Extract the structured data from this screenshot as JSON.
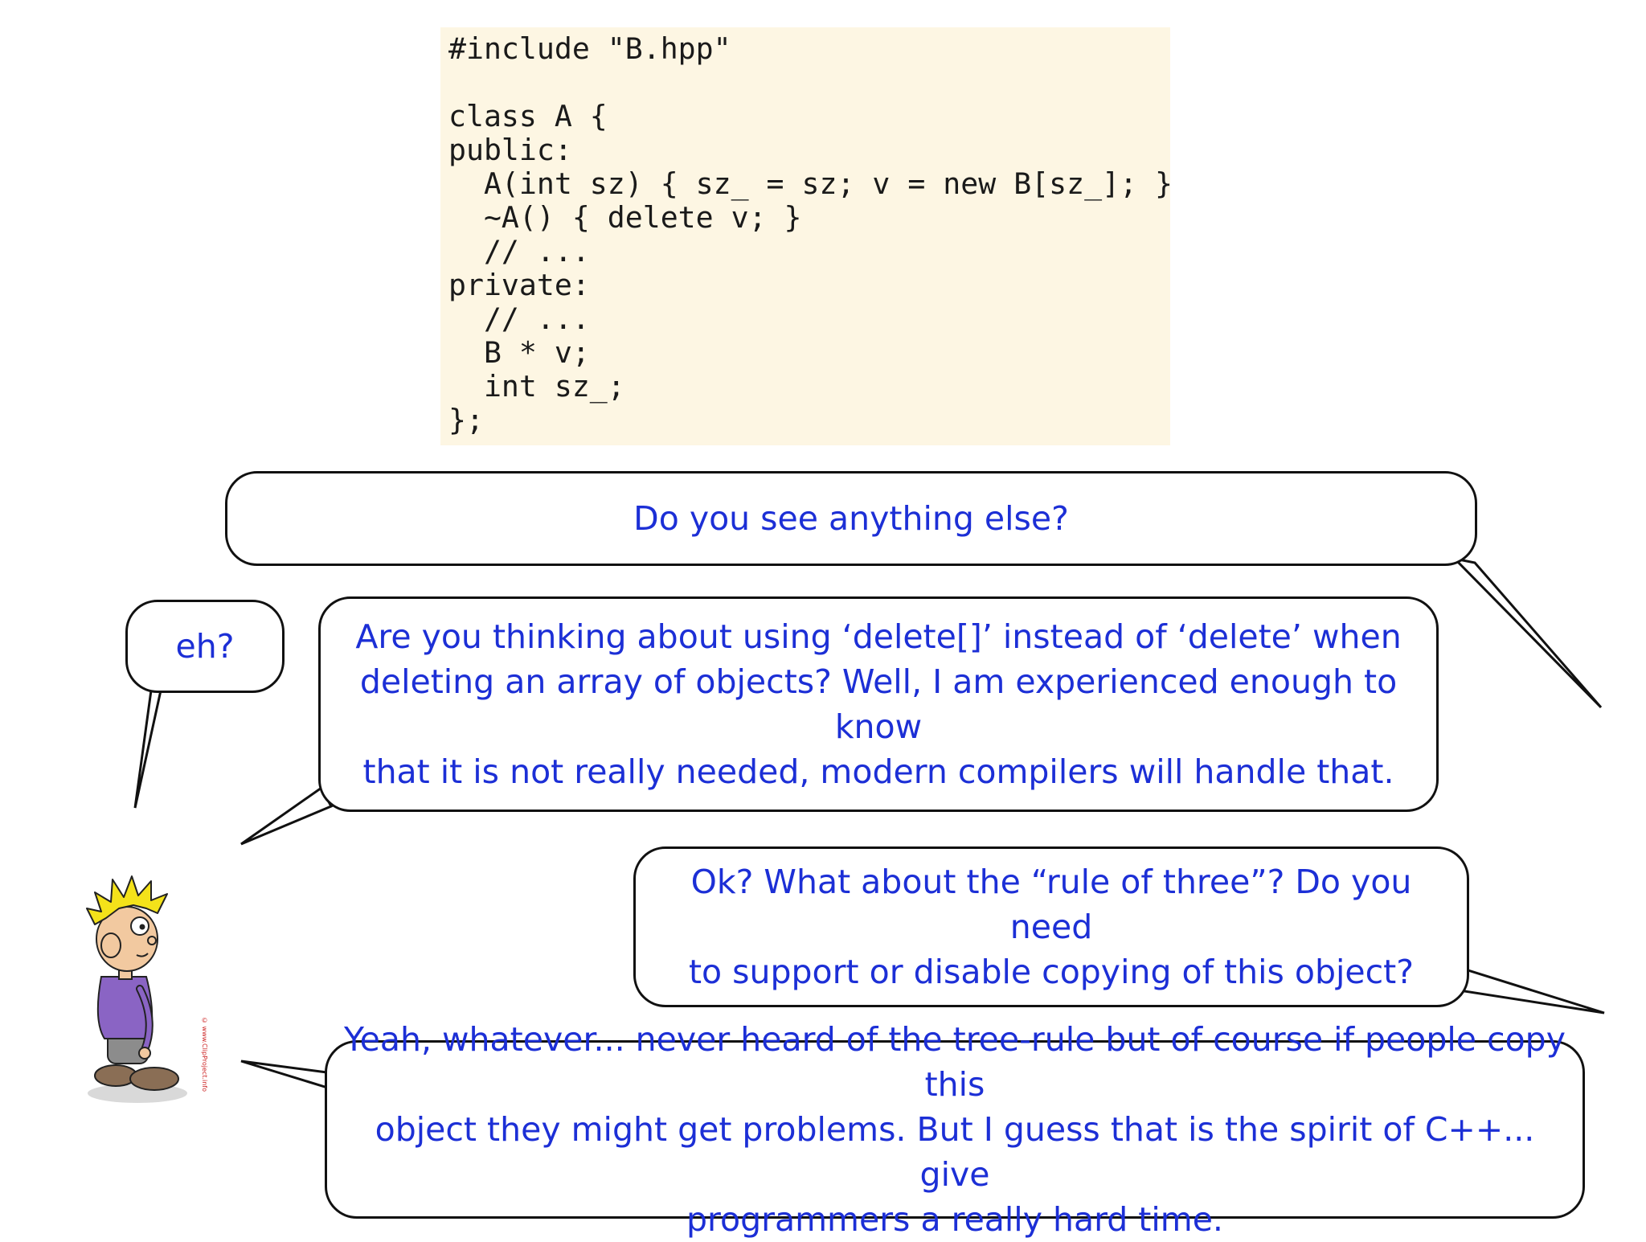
{
  "code": {
    "lines": [
      "#include \"B.hpp\"",
      "",
      "class A {",
      "public:",
      "  A(int sz) { sz_ = sz; v = new B[sz_]; }",
      "  ~A() { delete v; }",
      "  // ...",
      "private:",
      "  // ...",
      "  B * v;",
      "  int sz_;",
      "};"
    ]
  },
  "bubbles": {
    "question": {
      "lines": [
        "Do you see anything else?"
      ]
    },
    "eh": {
      "lines": [
        "eh?"
      ]
    },
    "delete_reply": {
      "lines": [
        "Are you thinking about using ‘delete[]’ instead of ‘delete’ when",
        "deleting an array of objects? Well, I am experienced enough to know",
        "that it is not really needed, modern compilers will handle that."
      ]
    },
    "rule_of_three": {
      "lines": [
        "Ok? What about the “rule of three”? Do you need",
        "to support or disable copying of this object?"
      ]
    },
    "whatever_reply": {
      "lines": [
        "Yeah, whatever... never heard of the tree-rule but of course if people copy this",
        "object they might get problems. But I guess that is the spirit of C++... give",
        "programmers a really hard time."
      ]
    }
  },
  "credit_text": "© www.ClipProject.info",
  "colors": {
    "dialog_text": "#1c2fd6",
    "code_background": "#fdf6e3",
    "bubble_border": "#111111",
    "hair": "#f4e21a",
    "shirt": "#8a64c4"
  }
}
